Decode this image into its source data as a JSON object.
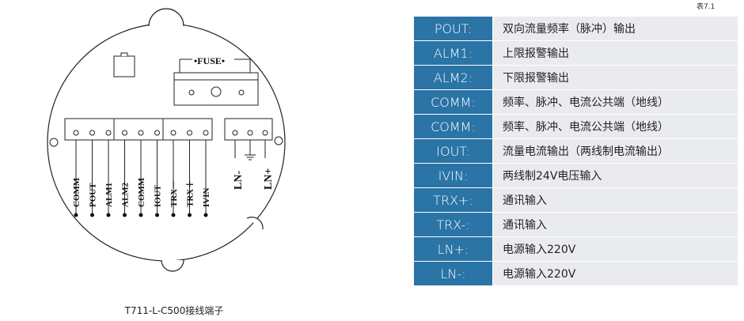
{
  "diagram": {
    "fuse_label": "•FUSE•",
    "terminal_labels": [
      "COMM",
      "POUT",
      "ALM1",
      "ALM2",
      "COMM",
      "IOUT",
      "TRX－",
      "TRX＋",
      "IVIN"
    ],
    "power_labels": [
      "LN-",
      "LN+"
    ],
    "caption": "T711-L-C500接线端子"
  },
  "table": {
    "note": "表7.1",
    "rows": [
      {
        "pin": "POUT:",
        "desc": "双向流量频率（脉冲）输出"
      },
      {
        "pin": "ALM1:",
        "desc": "上限报警输出"
      },
      {
        "pin": "ALM2:",
        "desc": "下限报警输出"
      },
      {
        "pin": "COMM:",
        "desc": "频率、脉冲、电流公共端（地线）"
      },
      {
        "pin": "COMM:",
        "desc": "频率、脉冲、电流公共端（地线）"
      },
      {
        "pin": "IOUT:",
        "desc": "流量电流输出（两线制电流输出）"
      },
      {
        "pin": "IVIN:",
        "desc": "两线制24V电压输入"
      },
      {
        "pin": "TRX+:",
        "desc": "通讯输入"
      },
      {
        "pin": "TRX-:",
        "desc": "通讯输入"
      },
      {
        "pin": "LN+:",
        "desc": "电源输入220V"
      },
      {
        "pin": "LN-:",
        "desc": "电源输入220V"
      }
    ]
  }
}
